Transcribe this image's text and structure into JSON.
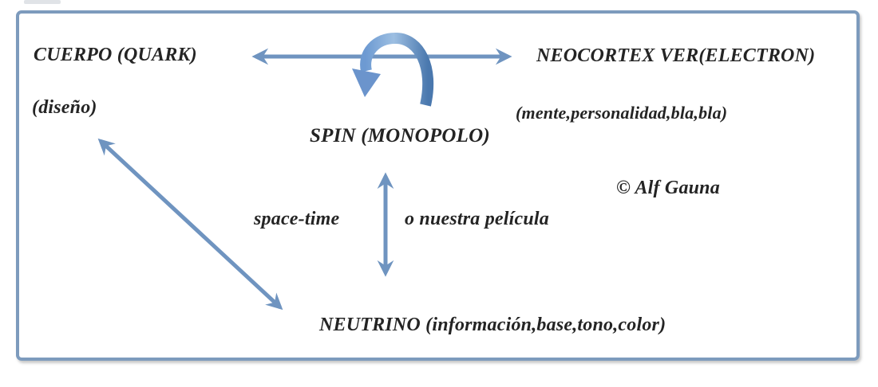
{
  "diagram": {
    "nodes": {
      "cuerpo": "CUERPO (QUARK)",
      "cuerpo_sub": "(diseño)",
      "neocortex": "NEOCORTEX VER(ELECTRON)",
      "neocortex_sub": "(mente,personalidad,bla,bla)",
      "spin": "SPIN (MONOPOLO)",
      "neutrino": "NEUTRINO (información,base,tono,color)"
    },
    "edge_labels": {
      "space_time": "space-time",
      "pelicula": "o nuestra película"
    },
    "credit": "© Alf Gauna",
    "edges": [
      {
        "from": "cuerpo",
        "to": "neocortex",
        "type": "double-arrow-horizontal"
      },
      {
        "from": "spin",
        "to": "neutrino",
        "type": "double-arrow-vertical"
      },
      {
        "from": "cuerpo_sub",
        "to": "neutrino",
        "type": "double-arrow-diagonal"
      },
      {
        "from": "spin",
        "to": "spin",
        "type": "loop-arc"
      }
    ],
    "colors": {
      "arrow": "#6f94c0",
      "arrow_loop_light": "#9dbfe2",
      "arrow_loop_dark": "#4a78ae",
      "frame_border": "#7d9bbd",
      "text": "#242424"
    }
  }
}
